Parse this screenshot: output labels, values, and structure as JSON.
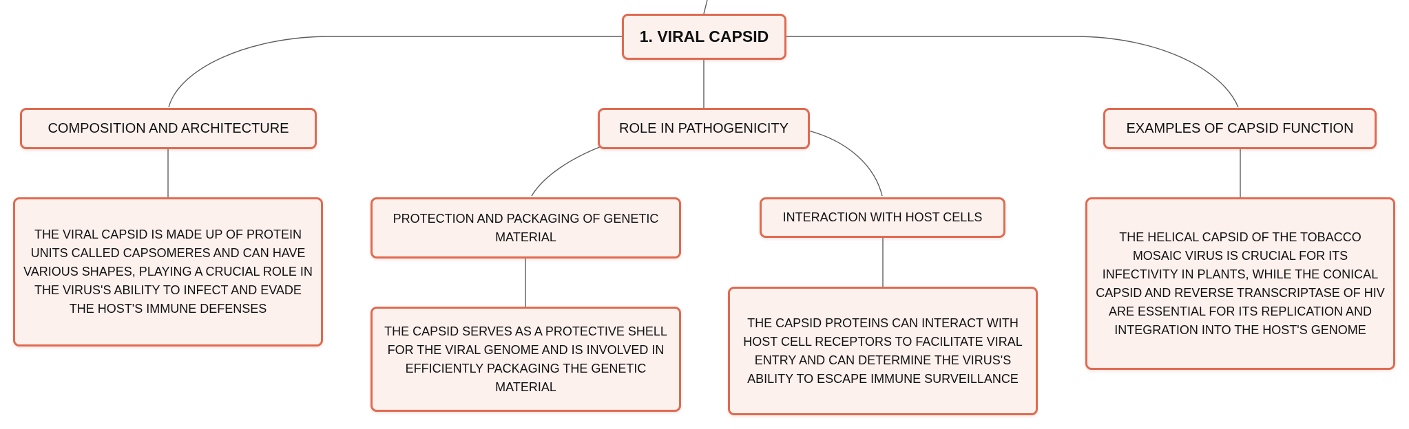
{
  "root": {
    "label": "1. VIRAL CAPSID"
  },
  "branches": [
    {
      "label": "COMPOSITION AND ARCHITECTURE",
      "detail": "THE VIRAL CAPSID IS MADE UP OF PROTEIN UNITS CALLED CAPSOMERES AND CAN HAVE VARIOUS SHAPES, PLAYING A CRUCIAL ROLE IN THE VIRUS'S ABILITY TO INFECT AND EVADE THE HOST'S IMMUNE DEFENSES"
    },
    {
      "label": "ROLE IN PATHOGENICITY",
      "children": [
        {
          "label": "PROTECTION AND PACKAGING OF GENETIC MATERIAL",
          "detail": "THE CAPSID SERVES AS A PROTECTIVE SHELL FOR THE VIRAL GENOME AND IS INVOLVED IN EFFICIENTLY PACKAGING THE GENETIC MATERIAL"
        },
        {
          "label": "INTERACTION WITH HOST CELLS",
          "detail": "THE CAPSID PROTEINS CAN INTERACT WITH HOST CELL RECEPTORS TO FACILITATE VIRAL ENTRY AND CAN DETERMINE THE VIRUS'S ABILITY TO ESCAPE IMMUNE SURVEILLANCE"
        }
      ]
    },
    {
      "label": "EXAMPLES OF CAPSID FUNCTION",
      "detail": "THE HELICAL CAPSID OF THE TOBACCO MOSAIC VIRUS IS CRUCIAL FOR ITS INFECTIVITY IN PLANTS, WHILE THE CONICAL CAPSID AND REVERSE TRANSCRIPTASE OF HIV ARE ESSENTIAL FOR ITS REPLICATION AND INTEGRATION INTO THE HOST'S GENOME"
    }
  ],
  "colors": {
    "node_border": "#e06a50",
    "node_fill": "#fdf1ee",
    "connector": "#5e5e5e",
    "text": "#111111"
  }
}
